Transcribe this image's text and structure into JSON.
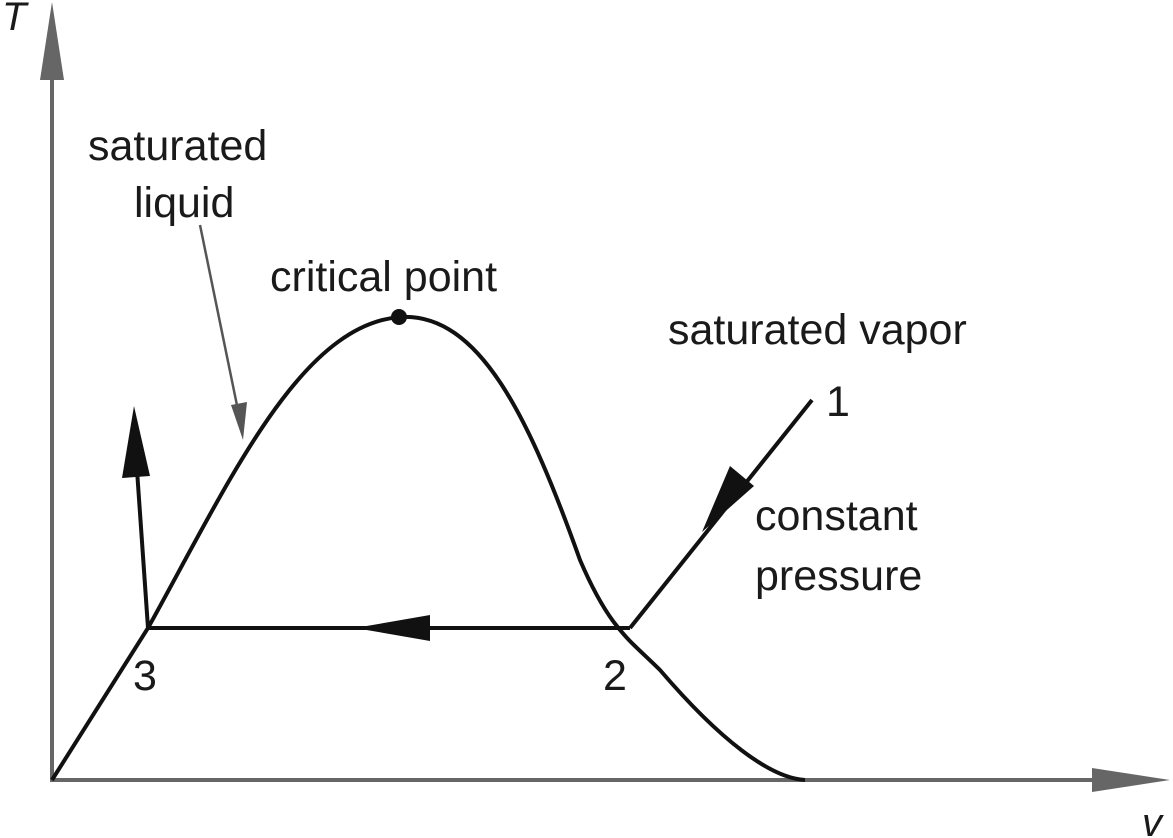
{
  "axes": {
    "y_label": "T",
    "x_label": "v",
    "color": "#666666"
  },
  "labels": {
    "saturated_liquid_line1": "saturated",
    "saturated_liquid_line2": "liquid",
    "critical_point": "critical point",
    "saturated_vapor": "saturated vapor",
    "constant_pressure_line1": "constant",
    "constant_pressure_line2": "pressure",
    "state_1": "1",
    "state_2": "2",
    "state_3": "3"
  },
  "colors": {
    "curve": "#111111",
    "pointer": "#555555"
  }
}
